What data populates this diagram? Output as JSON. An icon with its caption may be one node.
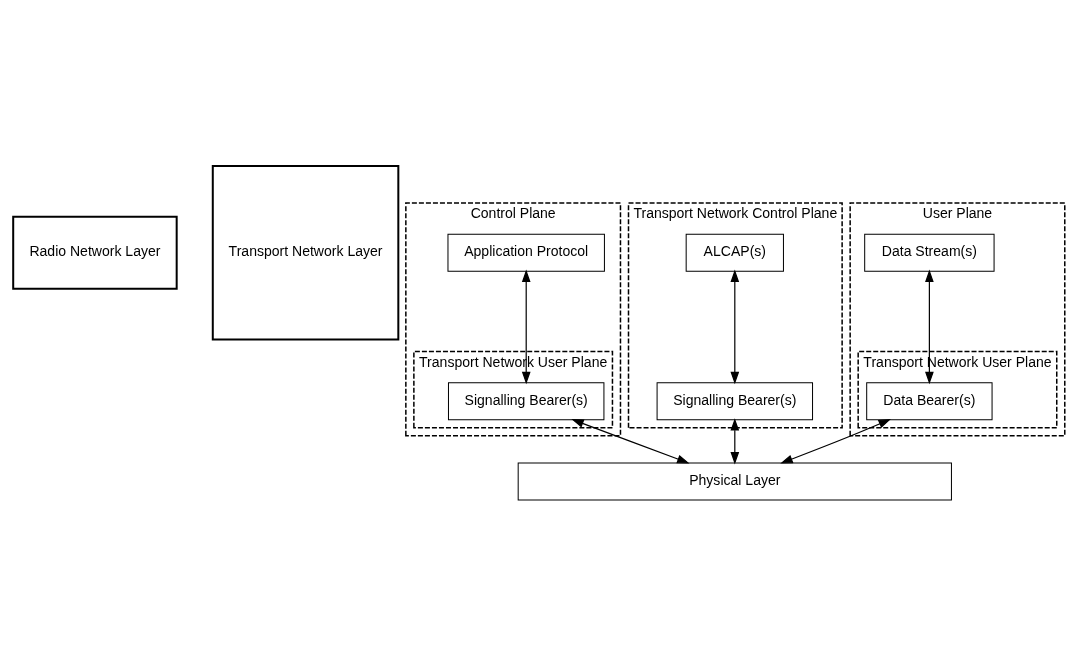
{
  "diagram": {
    "nodes": [
      {
        "text": [
          "Radio Network Layer"
        ]
      },
      {
        "text": [
          "Transport Network Layer"
        ]
      },
      {
        "text": [
          "Control Plane"
        ]
      },
      {
        "text": [
          "Application Protocol"
        ],
        "in": 2
      },
      {
        "text": [
          "Transport Network User Plane"
        ],
        "in": 2
      },
      {
        "text": [
          "Signalling Bearer(s)"
        ],
        "in": 4
      },
      {
        "text": [
          "Transport Network Control Plane"
        ]
      },
      {
        "text": [
          "ALCAP(s)"
        ],
        "in": 6
      },
      {
        "text": [
          "Signalling Bearer(s)"
        ],
        "in": 6
      },
      {
        "text": [
          "User Plane"
        ]
      },
      {
        "text": [
          "Data Stream(s)"
        ],
        "in": 9
      },
      {
        "text": [
          "Transport Network User Plane"
        ],
        "in": 9
      },
      {
        "text": [
          "Data Bearer(s)"
        ],
        "in": 11
      },
      {
        "text": [
          "Physical Layer"
        ]
      }
    ],
    "edges": [
      {
        "from": 3,
        "to": 5,
        "arrow": "both"
      },
      {
        "from": 7,
        "to": 8,
        "arrow": "both"
      },
      {
        "from": 10,
        "to": 12,
        "arrow": "both"
      },
      {
        "from": 5,
        "to": 13,
        "arrow": "both"
      },
      {
        "from": 8,
        "to": 13,
        "arrow": "both"
      },
      {
        "from": 12,
        "to": 13,
        "arrow": "both"
      }
    ]
  }
}
